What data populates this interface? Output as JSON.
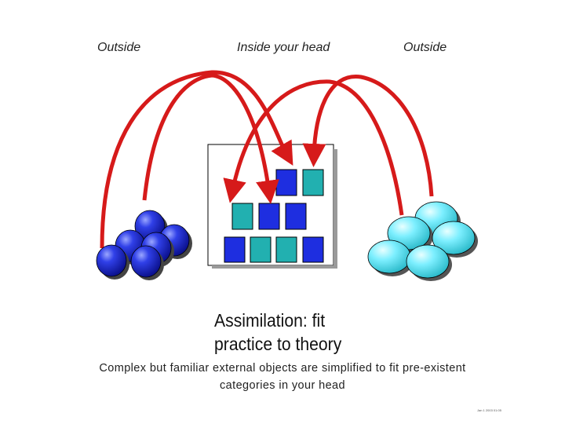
{
  "labels": {
    "left": "Outside",
    "center": "Inside your head",
    "right": "Outside"
  },
  "title": {
    "line1": "Assimilation: fit",
    "line2": "practice to theory"
  },
  "caption": {
    "line1": "Complex but familiar external objects are simplified to fit pre-existent",
    "line2": "categories in your head"
  },
  "footnote": "Jan 1 2003 01:05",
  "colors": {
    "arrow": "#d61a1a",
    "blue": "#1e2ee0",
    "teal": "#22b0b0",
    "sphere_blue": "#2a3ad6",
    "sphere_cyan": "#6fe8ef",
    "box_border": "#000000"
  }
}
